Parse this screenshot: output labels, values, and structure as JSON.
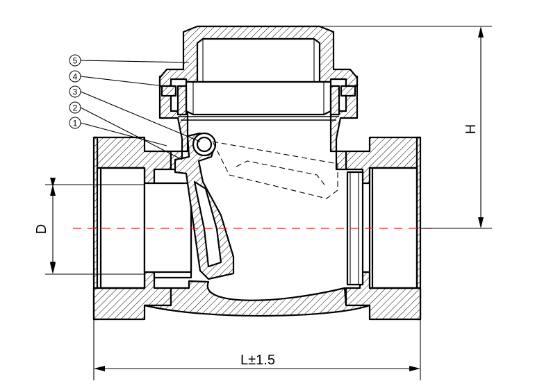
{
  "callouts": [
    {
      "num": "5"
    },
    {
      "num": "4"
    },
    {
      "num": "3"
    },
    {
      "num": "2"
    },
    {
      "num": "1"
    }
  ],
  "dimensions": {
    "length": "L±1.5",
    "height": "H",
    "diameter": "D"
  },
  "colors": {
    "outline": "#000000",
    "centerline": "#e0262b",
    "background": "#ffffff"
  }
}
